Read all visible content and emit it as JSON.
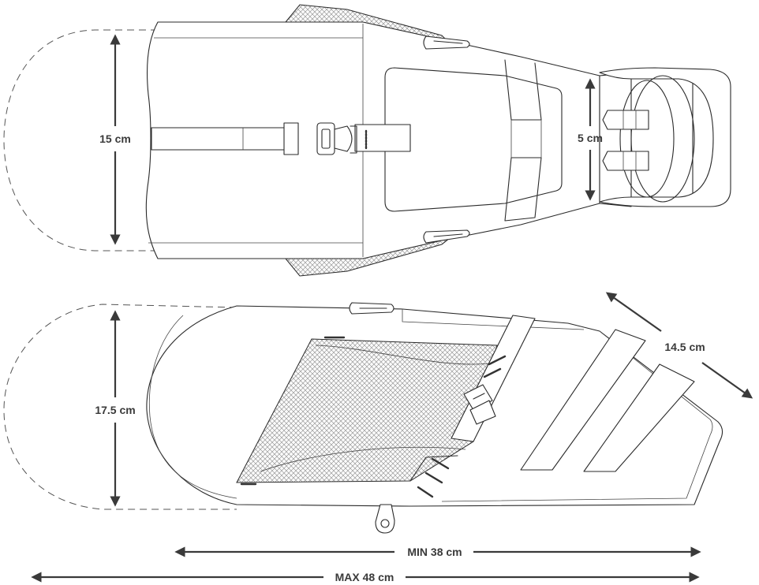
{
  "dimensions": {
    "top_height": "15 cm",
    "mount_height": "5 cm",
    "side_height": "17.5 cm",
    "side_depth": "14.5 cm",
    "min_length": "MIN 38 cm",
    "max_length": "MAX 48 cm"
  },
  "colors": {
    "ink": "#2a2a2a",
    "dimension": "#3a3a3a",
    "background": "#ffffff"
  },
  "icons": [
    "seat-bag-top-view",
    "seat-bag-side-view",
    "dimension-arrow"
  ]
}
